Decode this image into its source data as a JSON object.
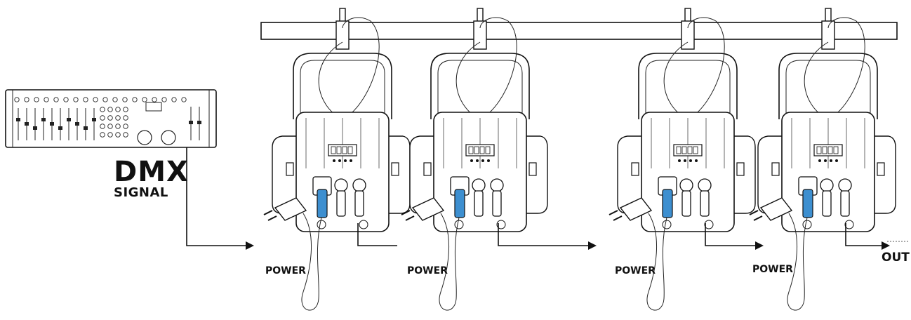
{
  "labels": {
    "dmx": "DMX",
    "signal": "SIGNAL",
    "out": "OUT",
    "power": [
      "POWER",
      "POWER",
      "POWER",
      "POWER"
    ]
  },
  "colors": {
    "line": "#111111",
    "connector_blue": "#3d8fd0"
  },
  "icons": [
    "dmx-controller-icon",
    "mounting-bar-icon",
    "clamp-icon",
    "spotlight-icon",
    "power-plug-icon",
    "xlr-connector-icon",
    "arrow-icon"
  ]
}
